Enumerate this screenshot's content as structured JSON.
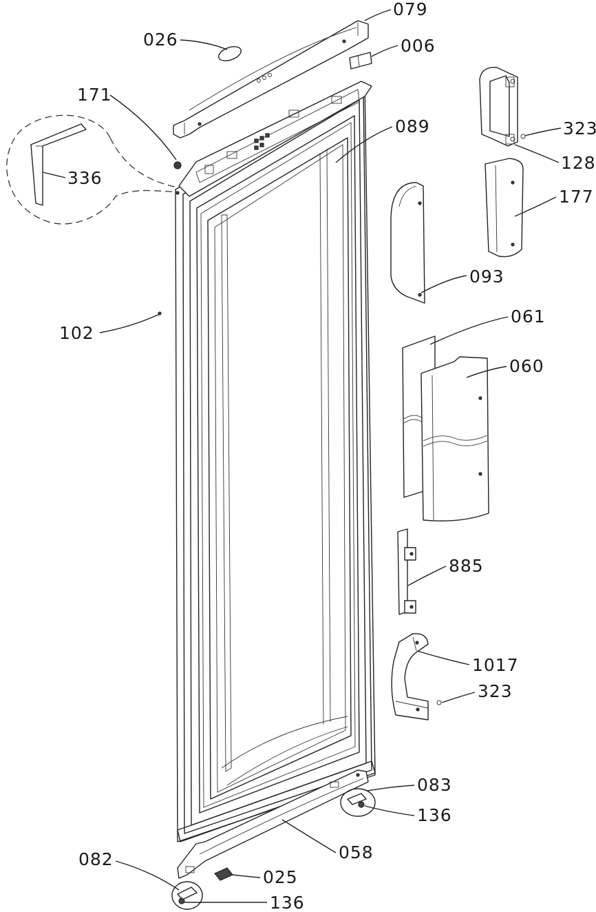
{
  "labels": {
    "l079": "079",
    "l026": "026",
    "l006": "006",
    "l171": "171",
    "l089": "089",
    "l323a": "323",
    "l336": "336",
    "l128": "128",
    "l177": "177",
    "l093": "093",
    "l102": "102",
    "l061": "061",
    "l060": "060",
    "l885": "885",
    "l1017": "1017",
    "l323b": "323",
    "l083": "083",
    "l136a": "136",
    "l058": "058",
    "l082": "082",
    "l025": "025",
    "l136b": "136"
  }
}
